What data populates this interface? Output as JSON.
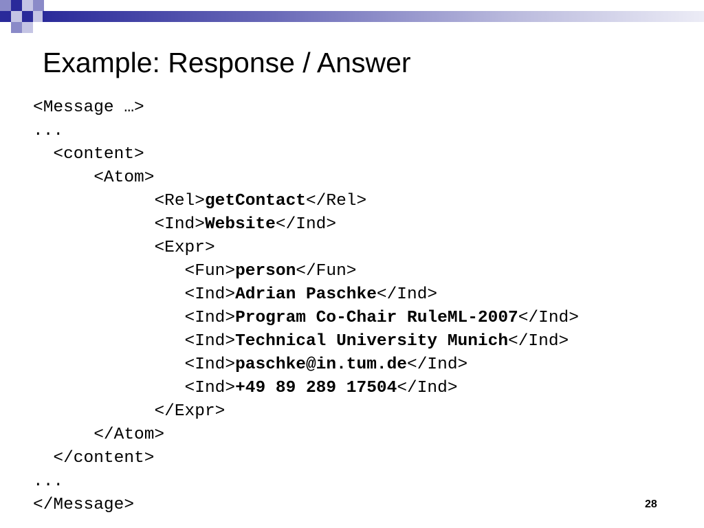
{
  "slide": {
    "title": "Example: Response / Answer",
    "page_number": "28"
  },
  "code_lines": [
    {
      "indent": "",
      "pre": "<Message …>",
      "bold": "",
      "post": ""
    },
    {
      "indent": "",
      "pre": "...",
      "bold": "",
      "post": ""
    },
    {
      "indent": "  ",
      "pre": "<content>",
      "bold": "",
      "post": ""
    },
    {
      "indent": "      ",
      "pre": "<Atom>",
      "bold": "",
      "post": ""
    },
    {
      "indent": "            ",
      "pre": "<Rel>",
      "bold": "getContact",
      "post": "</Rel>"
    },
    {
      "indent": "            ",
      "pre": "<Ind>",
      "bold": "Website",
      "post": "</Ind>"
    },
    {
      "indent": "            ",
      "pre": "<Expr>",
      "bold": "",
      "post": ""
    },
    {
      "indent": "               ",
      "pre": "<Fun>",
      "bold": "person",
      "post": "</Fun>"
    },
    {
      "indent": "               ",
      "pre": "<Ind>",
      "bold": "Adrian Paschke",
      "post": "</Ind>"
    },
    {
      "indent": "               ",
      "pre": "<Ind>",
      "bold": "Program Co-Chair RuleML-2007",
      "post": "</Ind>"
    },
    {
      "indent": "               ",
      "pre": "<Ind>",
      "bold": "Technical University Munich",
      "post": "</Ind>"
    },
    {
      "indent": "               ",
      "pre": "<Ind>",
      "bold": "paschke@in.tum.de",
      "post": "</Ind>"
    },
    {
      "indent": "               ",
      "pre": "<Ind>",
      "bold": "+49 89 289 17504",
      "post": "</Ind>"
    },
    {
      "indent": "            ",
      "pre": "</Expr>",
      "bold": "",
      "post": ""
    },
    {
      "indent": "      ",
      "pre": "</Atom>",
      "bold": "",
      "post": ""
    },
    {
      "indent": "  ",
      "pre": "</content>",
      "bold": "",
      "post": ""
    },
    {
      "indent": "",
      "pre": "...",
      "bold": "",
      "post": ""
    },
    {
      "indent": "",
      "pre": "</Message>",
      "bold": "",
      "post": ""
    }
  ],
  "decor": {
    "icon": "checker-squares-logo",
    "colors": {
      "dark_blue": "#2a2a9a",
      "mid_blue": "#8a8ac8",
      "light_blue": "#c4c4e4"
    }
  }
}
